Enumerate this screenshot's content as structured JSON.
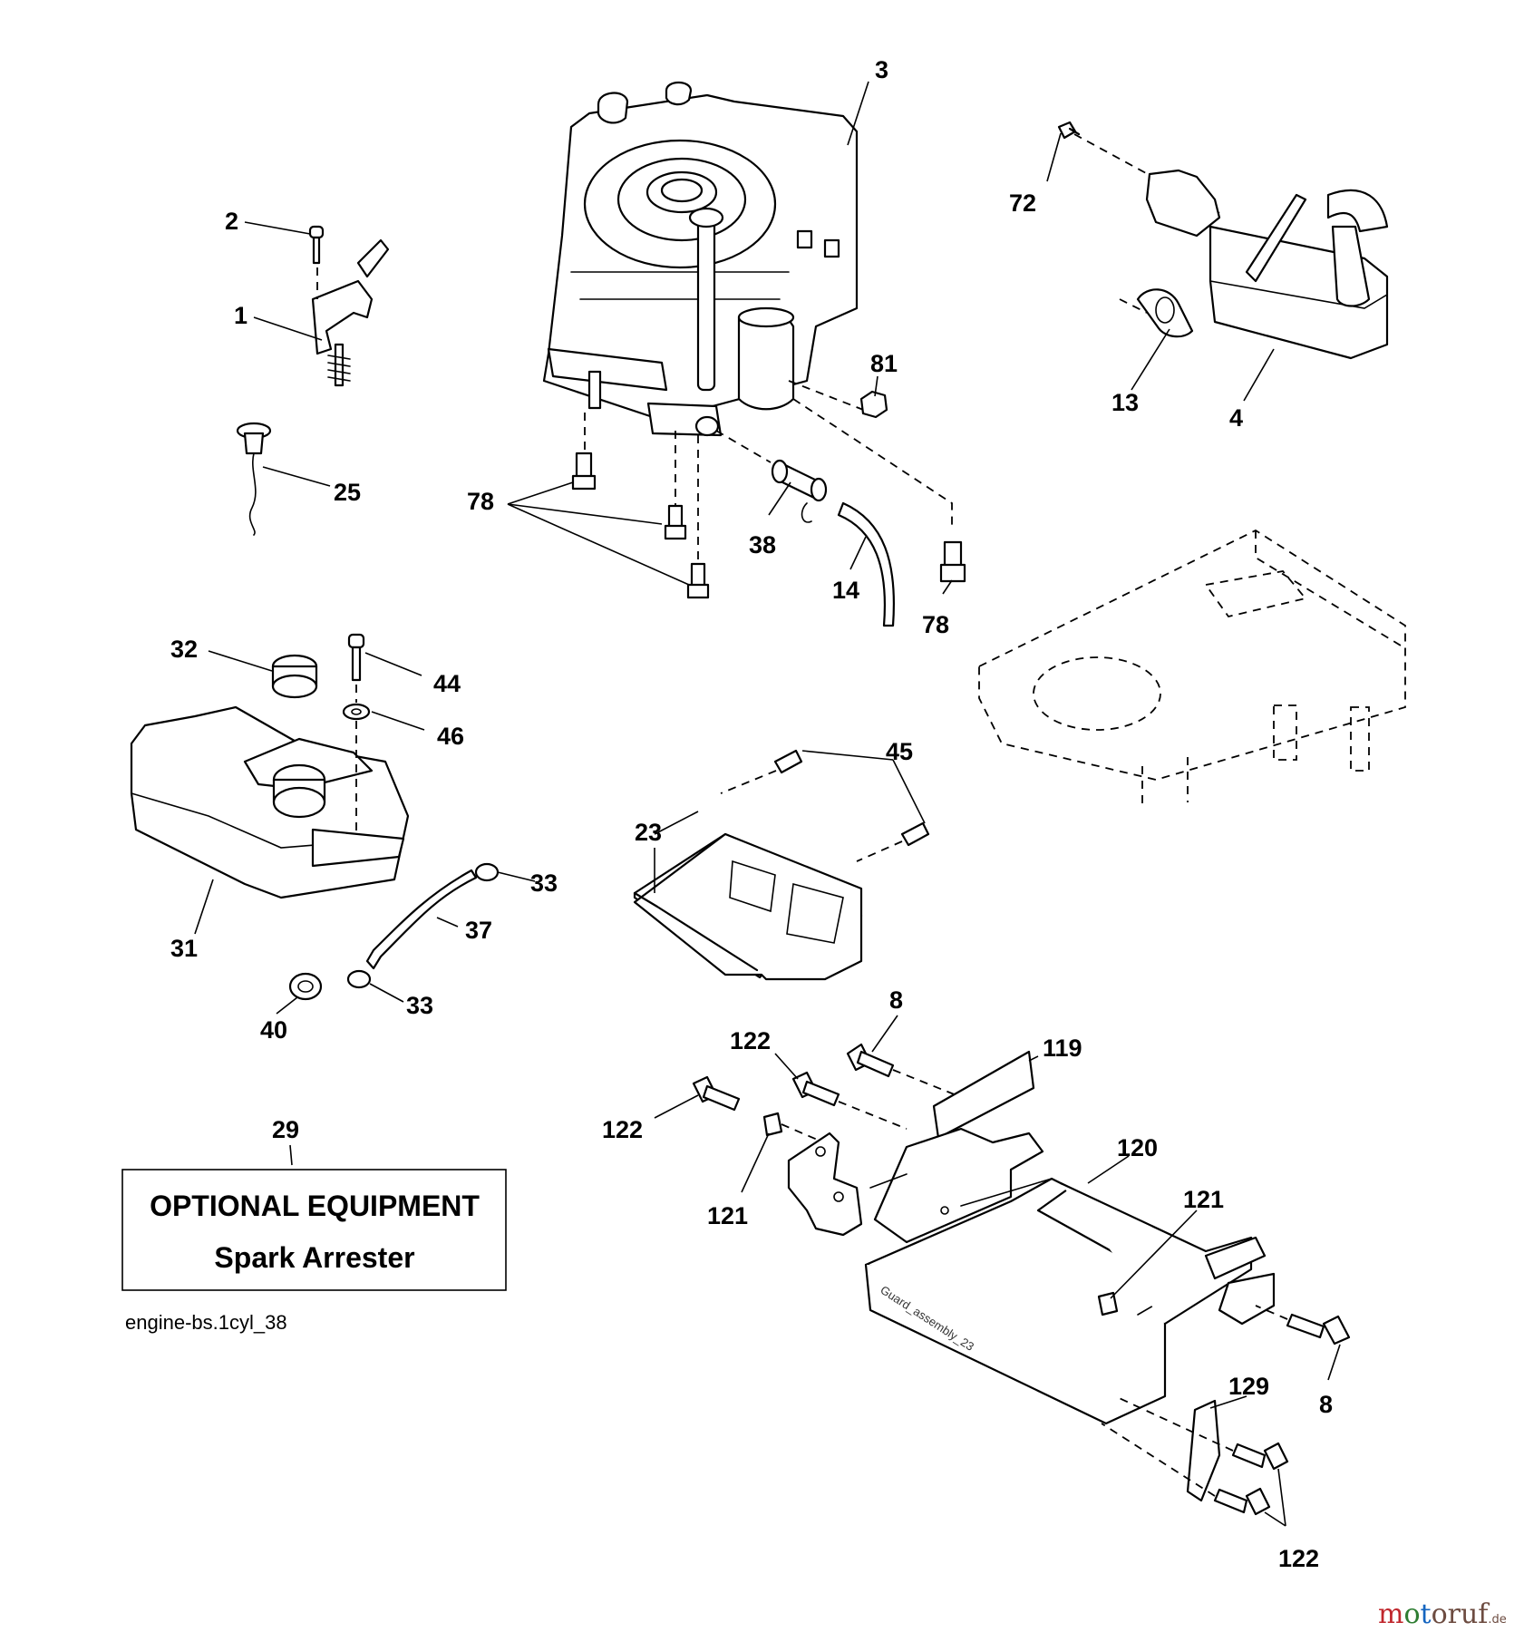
{
  "callouts": {
    "c1": "1",
    "c2": "2",
    "c3": "3",
    "c4": "4",
    "c8a": "8",
    "c8b": "8",
    "c13": "13",
    "c14": "14",
    "c23": "23",
    "c25": "25",
    "c29": "29",
    "c31": "31",
    "c32": "32",
    "c33a": "33",
    "c33b": "33",
    "c37": "37",
    "c38": "38",
    "c40": "40",
    "c44": "44",
    "c45": "45",
    "c46": "46",
    "c72": "72",
    "c78a": "78",
    "c78b": "78",
    "c81": "81",
    "c119": "119",
    "c120": "120",
    "c121a": "121",
    "c121b": "121",
    "c122a": "122",
    "c122b": "122",
    "c122c": "122",
    "c129": "129"
  },
  "optional_box": {
    "line1": "OPTIONAL EQUIPMENT",
    "line2": "Spark Arrester"
  },
  "caption": "engine-bs.1cyl_38",
  "guard_label": "Guard_assembly_23",
  "watermark": {
    "main": "motoruf",
    "suffix": ".de",
    "colors": {
      "m": "#c0272d",
      "o": "#2e7d32",
      "t": "#1565c0",
      "rest": "#6d4c41"
    }
  }
}
